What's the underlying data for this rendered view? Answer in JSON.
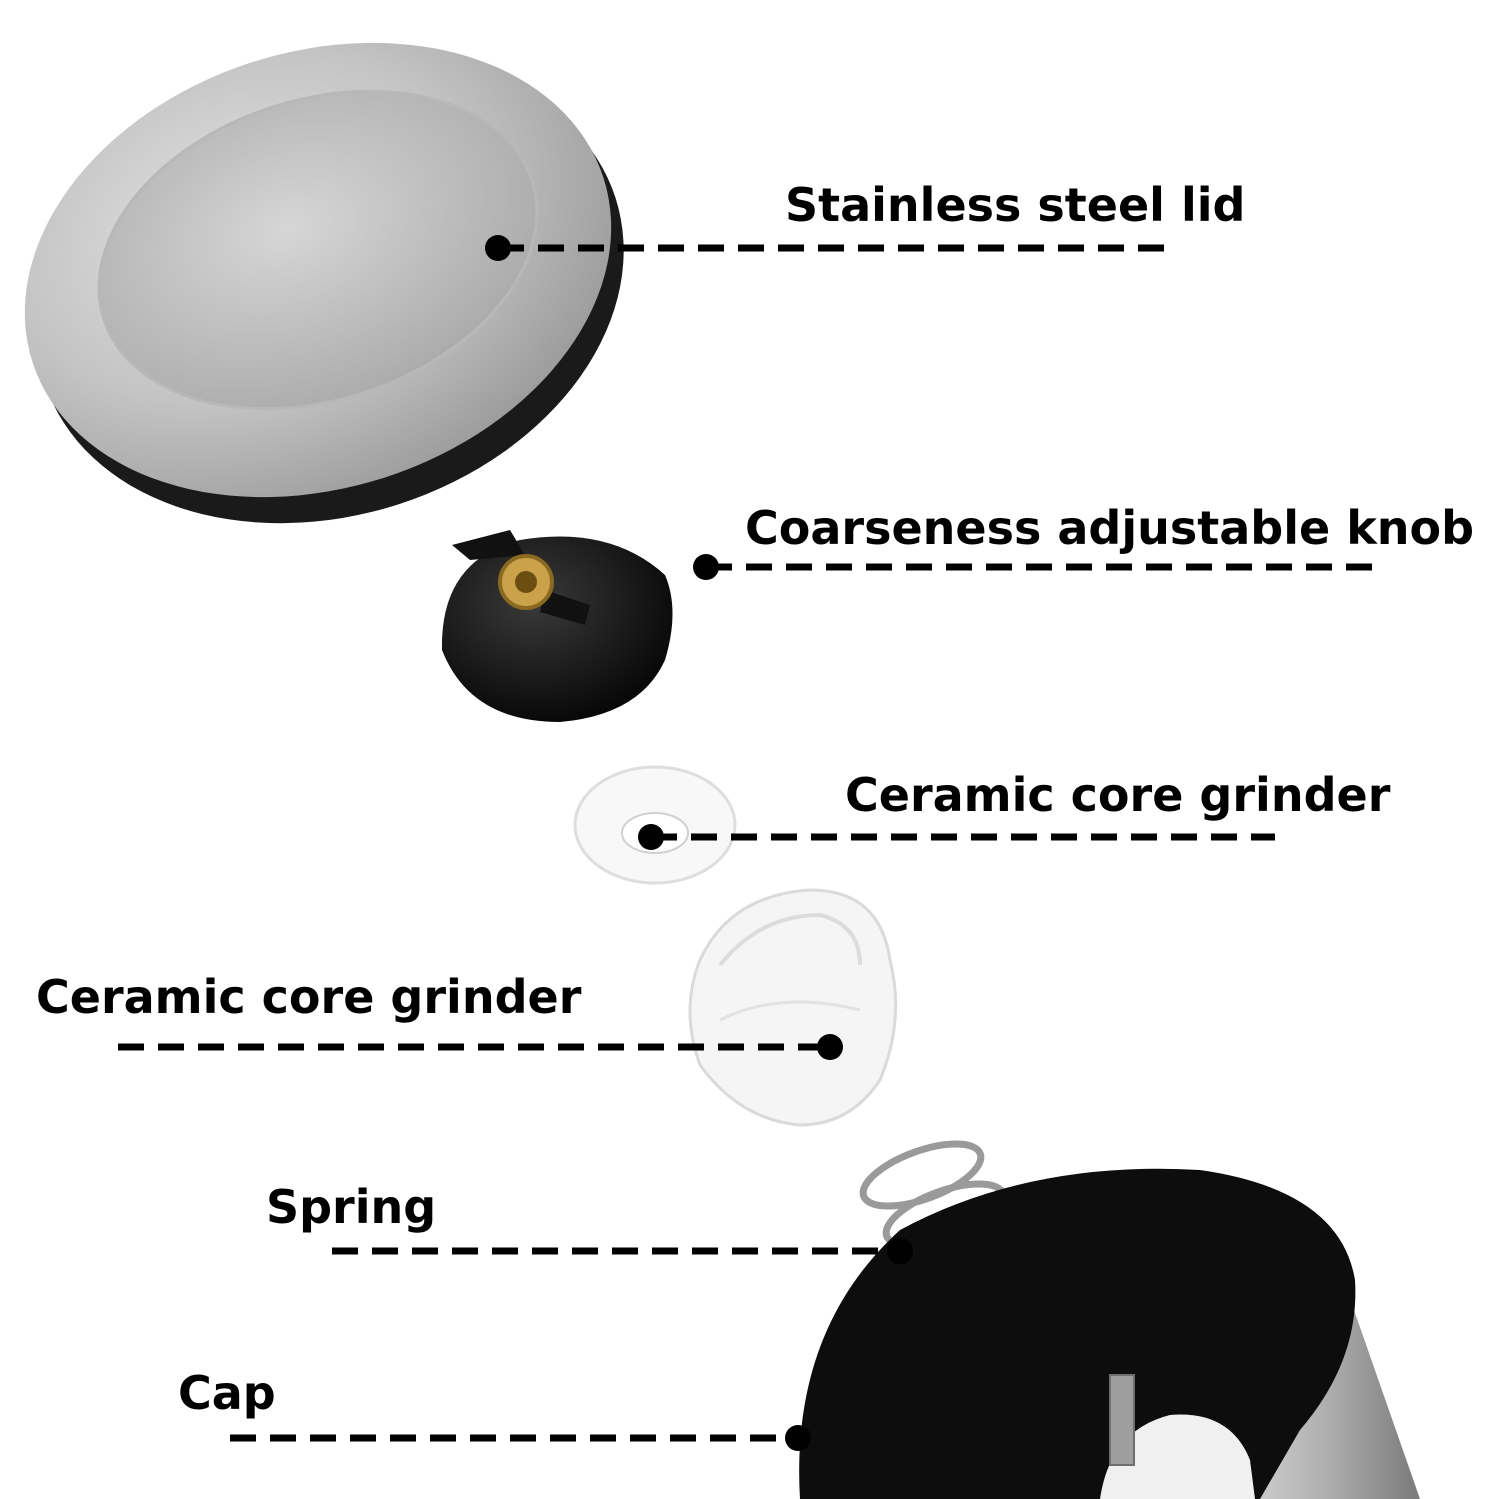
{
  "labels": {
    "lid": "Stainless steel lid",
    "knob": "Coarseness adjustable knob",
    "washer": "Ceramic core grinder",
    "grinder": "Ceramic core grinder",
    "spring": "Spring",
    "cap": "Cap"
  },
  "colors": {
    "background": "#ffffff",
    "text": "#000000",
    "steel": "#c8c8c8",
    "black_plastic": "#111111",
    "brass": "#c9a24a",
    "ceramic": "#f7f7f7"
  }
}
